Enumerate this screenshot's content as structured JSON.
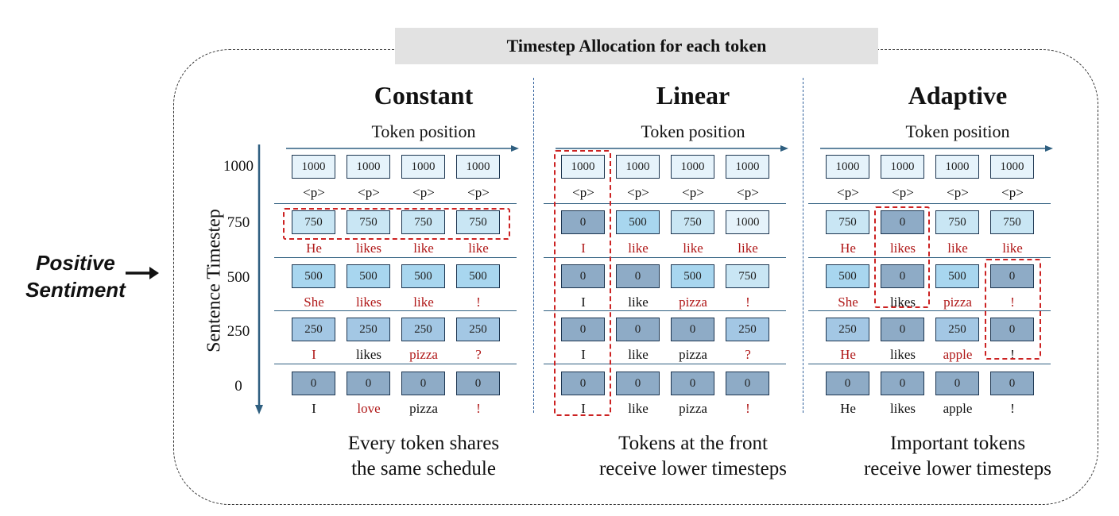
{
  "header": {
    "title": "Timestep Allocation for each token"
  },
  "side": {
    "line1": "Positive",
    "line2": "Sentiment"
  },
  "y_axis": {
    "label": "Sentence Timestep",
    "ticks": [
      "1000",
      "750",
      "500",
      "250",
      "0"
    ]
  },
  "colors": {
    "1000": "#e6f3fb",
    "750": "#c9e6f4",
    "500": "#a8d6ef",
    "250": "#a3c7e4",
    "0": "#8eabc6",
    "highlight_token": "#b01818",
    "normal_token": "#111111",
    "dashed_highlight": "#cc2222"
  },
  "panels": [
    {
      "title": "Constant",
      "x_label": "Token position",
      "caption": [
        "Every token shares",
        "the same schedule"
      ],
      "rows": [
        [
          {
            "v": "1000",
            "t": "<p>",
            "red": false
          },
          {
            "v": "1000",
            "t": "<p>",
            "red": false
          },
          {
            "v": "1000",
            "t": "<p>",
            "red": false
          },
          {
            "v": "1000",
            "t": "<p>",
            "red": false
          }
        ],
        [
          {
            "v": "750",
            "t": "He",
            "red": true
          },
          {
            "v": "750",
            "t": "likes",
            "red": true
          },
          {
            "v": "750",
            "t": "like",
            "red": true
          },
          {
            "v": "750",
            "t": "like",
            "red": true
          }
        ],
        [
          {
            "v": "500",
            "t": "She",
            "red": true
          },
          {
            "v": "500",
            "t": "likes",
            "red": true
          },
          {
            "v": "500",
            "t": "like",
            "red": true
          },
          {
            "v": "500",
            "t": "!",
            "red": true
          }
        ],
        [
          {
            "v": "250",
            "t": "I",
            "red": true
          },
          {
            "v": "250",
            "t": "likes",
            "red": false
          },
          {
            "v": "250",
            "t": "pizza",
            "red": true
          },
          {
            "v": "250",
            "t": "?",
            "red": true
          }
        ],
        [
          {
            "v": "0",
            "t": "I",
            "red": false
          },
          {
            "v": "0",
            "t": "love",
            "red": true
          },
          {
            "v": "0",
            "t": "pizza",
            "red": false
          },
          {
            "v": "0",
            "t": "!",
            "red": true
          }
        ]
      ]
    },
    {
      "title": "Linear",
      "x_label": "Token position",
      "caption": [
        "Tokens at the front",
        "receive lower timesteps"
      ],
      "rows": [
        [
          {
            "v": "1000",
            "t": "<p>",
            "red": false
          },
          {
            "v": "1000",
            "t": "<p>",
            "red": false
          },
          {
            "v": "1000",
            "t": "<p>",
            "red": false
          },
          {
            "v": "1000",
            "t": "<p>",
            "red": false
          }
        ],
        [
          {
            "v": "0",
            "t": "I",
            "red": true
          },
          {
            "v": "500",
            "t": "like",
            "red": true
          },
          {
            "v": "750",
            "t": "like",
            "red": true
          },
          {
            "v": "1000",
            "t": "like",
            "red": true
          }
        ],
        [
          {
            "v": "0",
            "t": "I",
            "red": false
          },
          {
            "v": "0",
            "t": "like",
            "red": false
          },
          {
            "v": "500",
            "t": "pizza",
            "red": true
          },
          {
            "v": "750",
            "t": "!",
            "red": true
          }
        ],
        [
          {
            "v": "0",
            "t": "I",
            "red": false
          },
          {
            "v": "0",
            "t": "like",
            "red": false
          },
          {
            "v": "0",
            "t": "pizza",
            "red": false
          },
          {
            "v": "250",
            "t": "?",
            "red": true
          }
        ],
        [
          {
            "v": "0",
            "t": "I",
            "red": false
          },
          {
            "v": "0",
            "t": "like",
            "red": false
          },
          {
            "v": "0",
            "t": "pizza",
            "red": false
          },
          {
            "v": "0",
            "t": "!",
            "red": true
          }
        ]
      ]
    },
    {
      "title": "Adaptive",
      "x_label": "Token position",
      "caption": [
        "Important tokens",
        "receive lower timesteps"
      ],
      "rows": [
        [
          {
            "v": "1000",
            "t": "<p>",
            "red": false
          },
          {
            "v": "1000",
            "t": "<p>",
            "red": false
          },
          {
            "v": "1000",
            "t": "<p>",
            "red": false
          },
          {
            "v": "1000",
            "t": "<p>",
            "red": false
          }
        ],
        [
          {
            "v": "750",
            "t": "He",
            "red": true
          },
          {
            "v": "0",
            "t": "likes",
            "red": true
          },
          {
            "v": "750",
            "t": "like",
            "red": true
          },
          {
            "v": "750",
            "t": "like",
            "red": true
          }
        ],
        [
          {
            "v": "500",
            "t": "She",
            "red": true
          },
          {
            "v": "0",
            "t": "likes",
            "red": false
          },
          {
            "v": "500",
            "t": "pizza",
            "red": true
          },
          {
            "v": "0",
            "t": "!",
            "red": true
          }
        ],
        [
          {
            "v": "250",
            "t": "He",
            "red": true
          },
          {
            "v": "0",
            "t": "likes",
            "red": false
          },
          {
            "v": "250",
            "t": "apple",
            "red": true
          },
          {
            "v": "0",
            "t": "!",
            "red": false
          }
        ],
        [
          {
            "v": "0",
            "t": "He",
            "red": false
          },
          {
            "v": "0",
            "t": "likes",
            "red": false
          },
          {
            "v": "0",
            "t": "apple",
            "red": false
          },
          {
            "v": "0",
            "t": "!",
            "red": false
          }
        ]
      ]
    }
  ]
}
